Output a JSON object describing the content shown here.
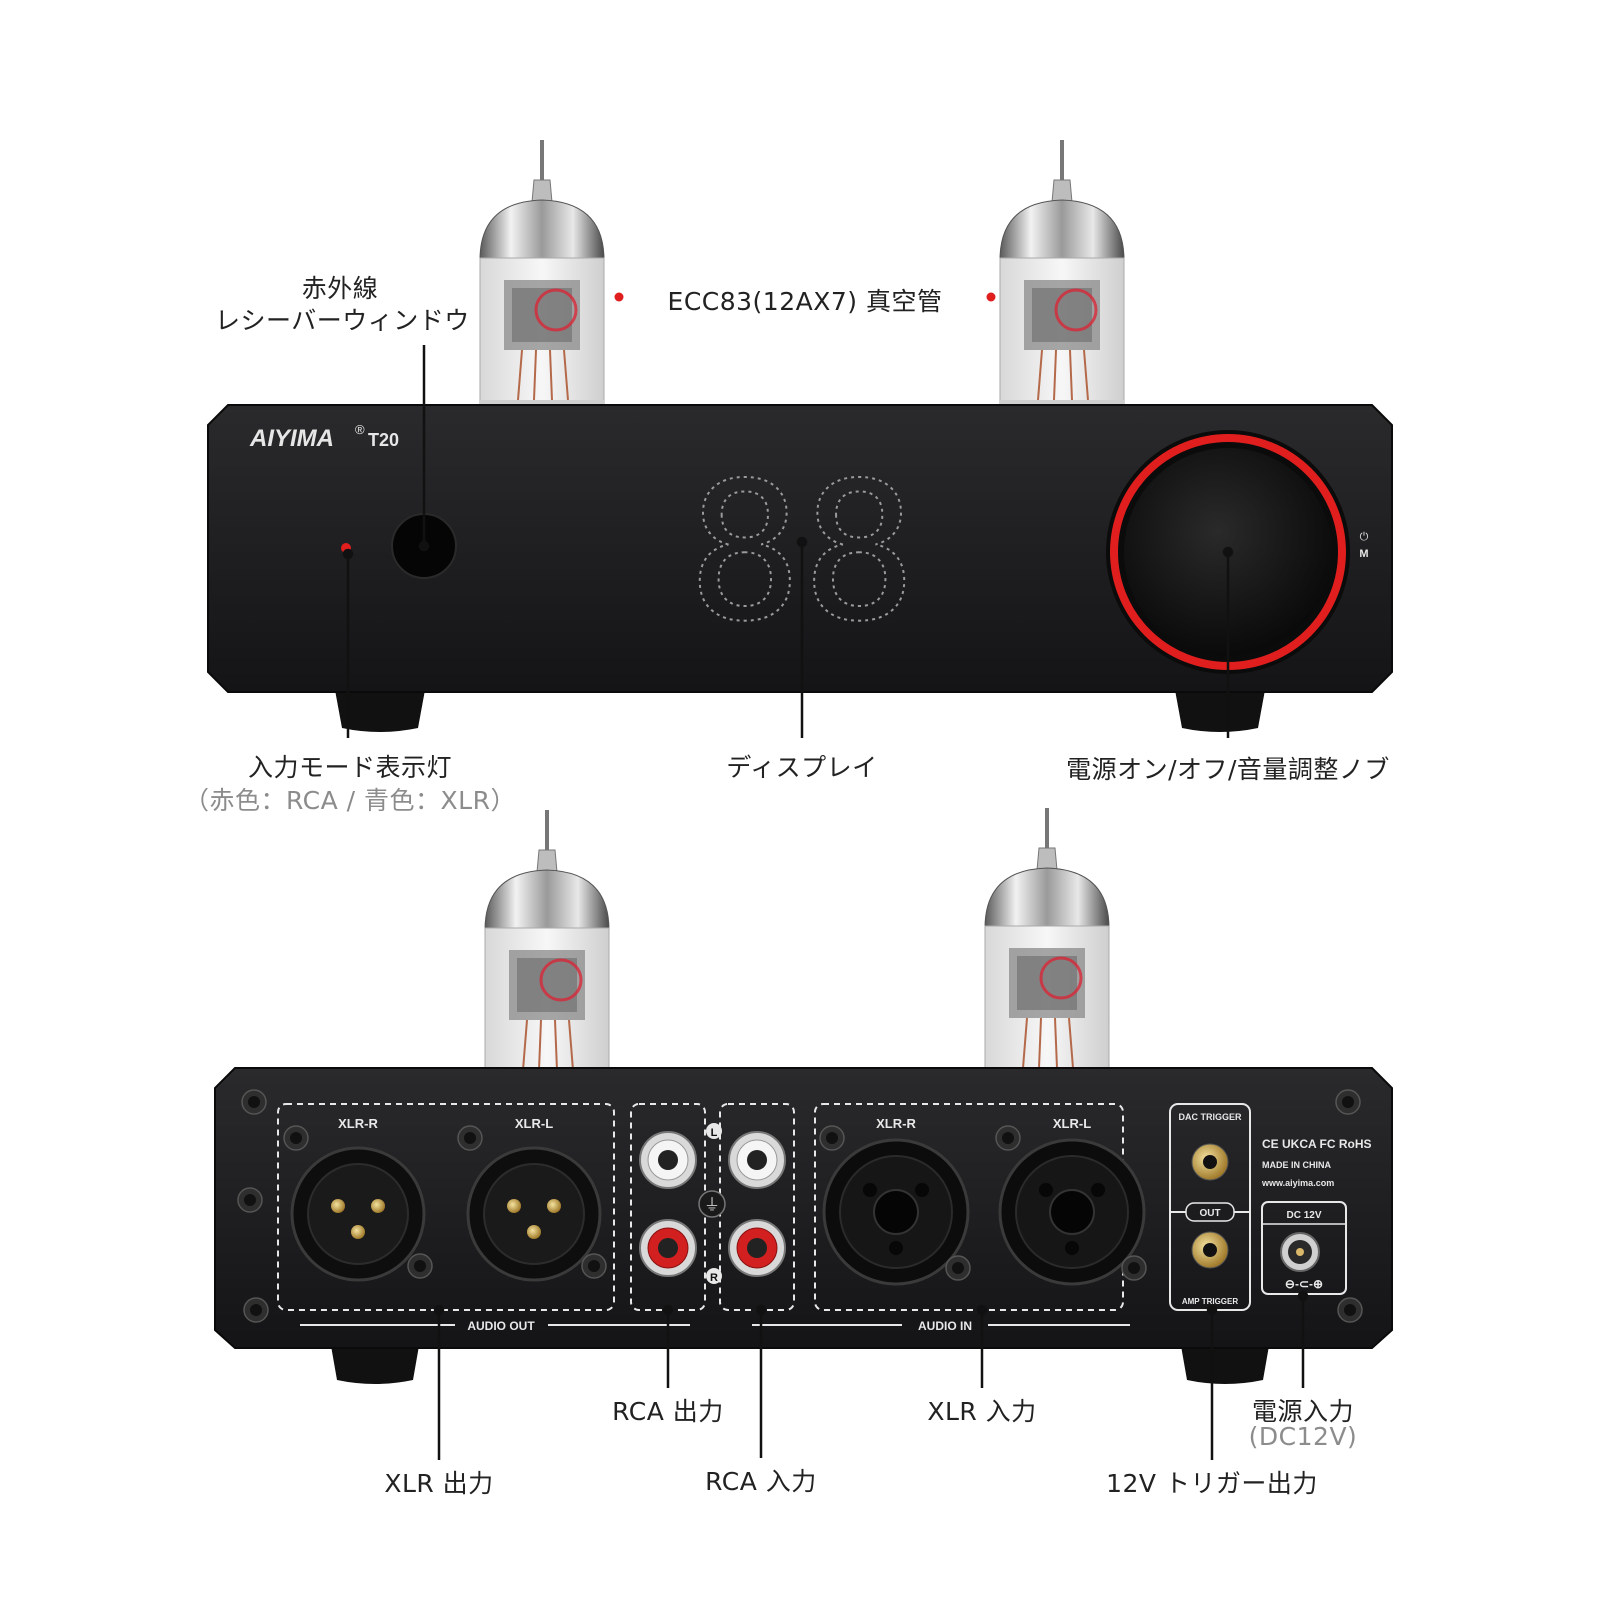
{
  "front": {
    "brand": "AIYIMA",
    "registered_mark": "®",
    "model": "T20",
    "display_digits": "88",
    "panel_icons": [
      "⏻",
      "M"
    ]
  },
  "rear": {
    "xlr_out_r": "XLR-R",
    "xlr_out_l": "XLR-L",
    "audio_out": "AUDIO OUT",
    "rca_l_mark": "L",
    "rca_r_mark": "R",
    "ground_mark": "⏚",
    "xlr_in_r": "XLR-R",
    "xlr_in_l": "XLR-L",
    "audio_in": "AUDIO IN",
    "dac_trigger": "DAC TRIGGER",
    "out": "OUT",
    "amp_trigger": "AMP TRIGGER",
    "certs": "CE UKCA FC RoHS",
    "made_in": "MADE IN CHINA",
    "website": "www.aiyima.com",
    "dc_label": "DC 12V",
    "polarity_icon": "⊖-⊂-⊕"
  },
  "labels": {
    "ir_line1": "赤外線",
    "ir_line2": "レシーバーウィンドウ",
    "tube": "ECC83(12AX7) 真空管",
    "indicator": "入力モード表示灯",
    "indicator_sub": "（赤色：RCA / 青色：XLR）",
    "display": "ディスプレイ",
    "knob": "電源オン/オフ/音量調整ノブ",
    "rca_out": "RCA 出力",
    "xlr_in": "XLR 入力",
    "power_in": "電源入力",
    "power_in_sub": "(DC12V)",
    "xlr_out": "XLR 出力",
    "rca_in": "RCA 入力",
    "trigger_out": "12V トリガー出力"
  },
  "colors": {
    "chassis": "#1c1c1e",
    "accent_red": "#e01e1e",
    "callout_line": "#111111",
    "label_text": "#222222",
    "sub_text": "#8c8c8c"
  }
}
